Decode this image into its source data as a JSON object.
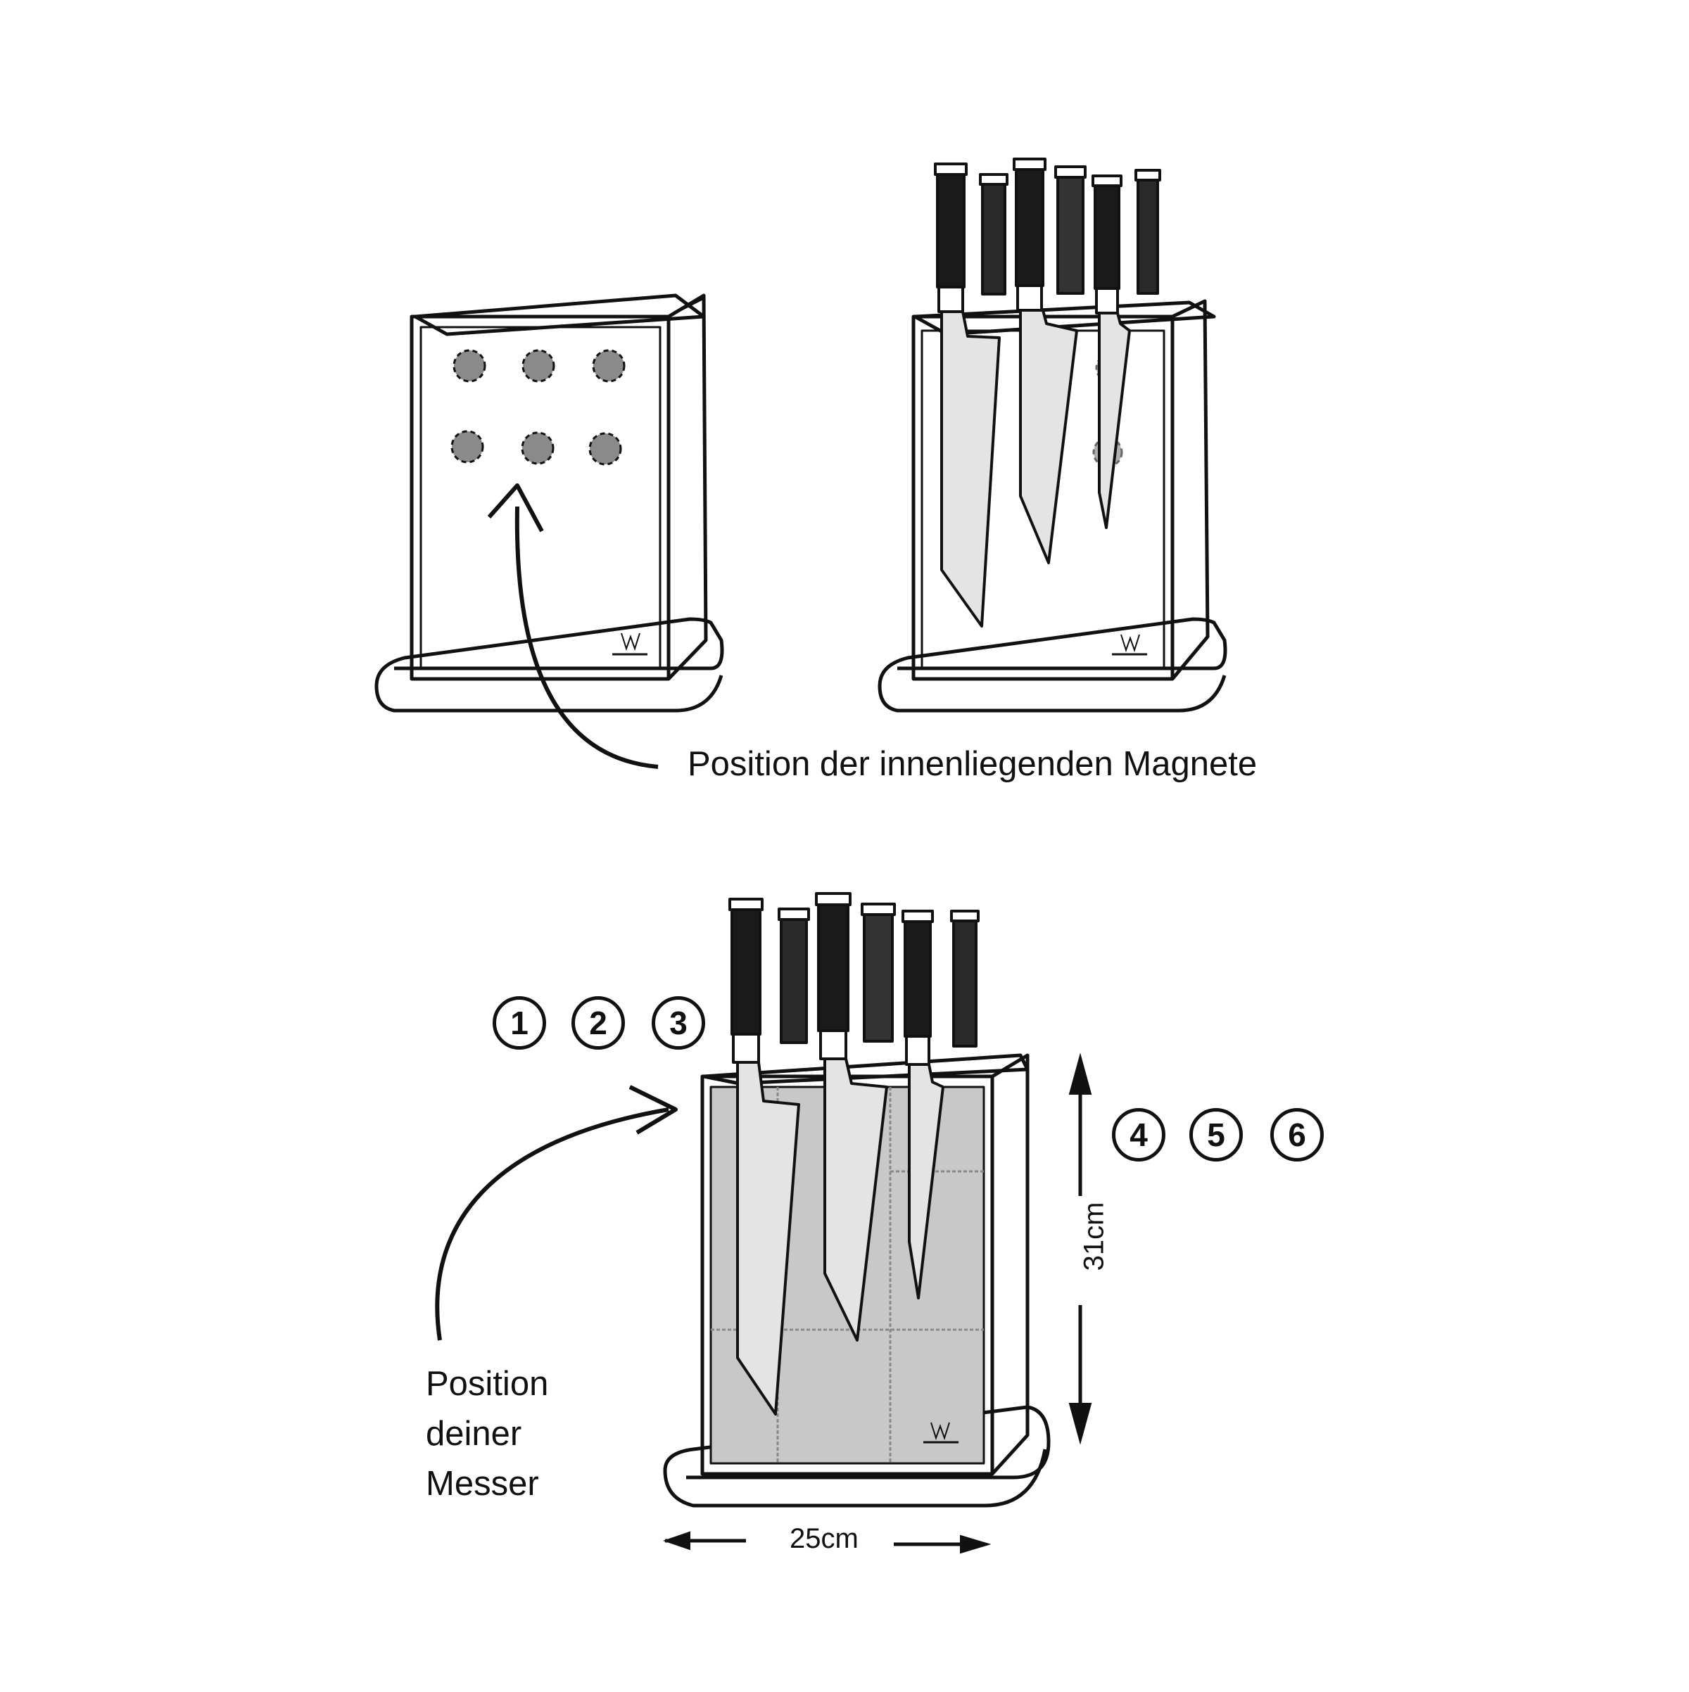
{
  "labels": {
    "magnets": "Position der innenliegenden Magnete",
    "knives_line1": "Position",
    "knives_line2": "deiner",
    "knives_line3": "Messer",
    "width": "25cm",
    "height": "31cm"
  },
  "numbers": [
    "1",
    "2",
    "3",
    "4",
    "5",
    "6"
  ],
  "colors": {
    "line": "#111111",
    "magnet": "#8a8a8a",
    "panel": "#c8c8c8",
    "handle": "#1a1a1a",
    "blade": "#e4e4e4"
  }
}
